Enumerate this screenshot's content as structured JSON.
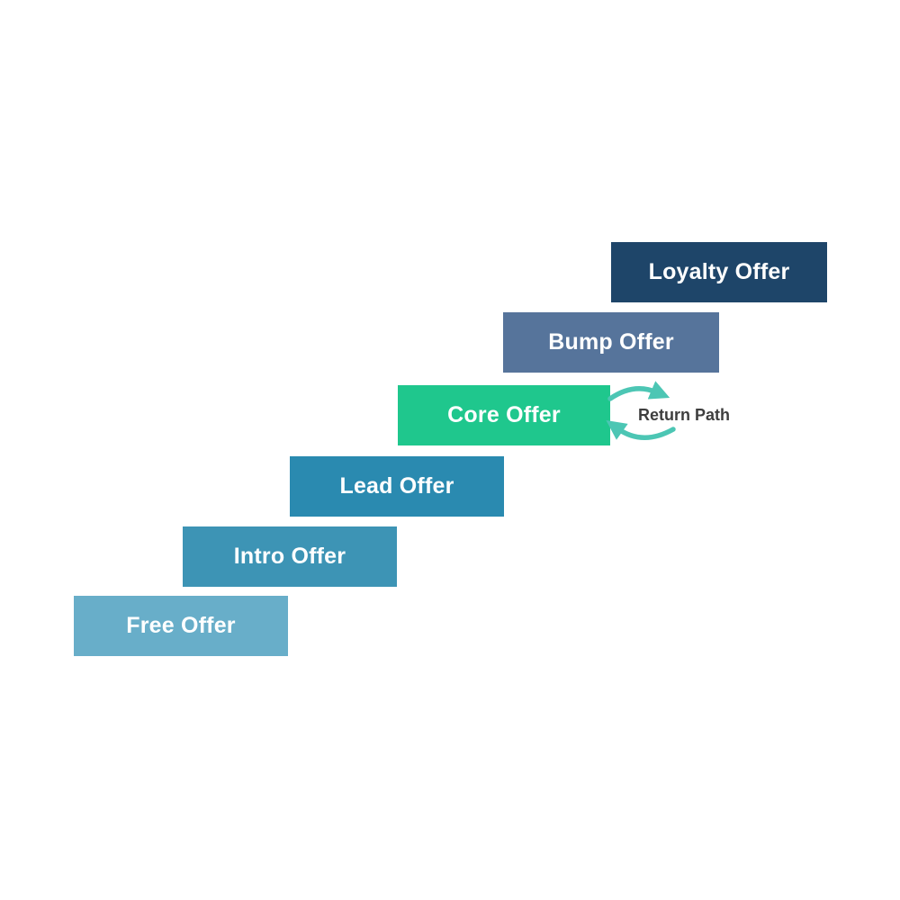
{
  "page": {
    "background_color": "#ffffff"
  },
  "diagram": {
    "type": "value-ladder-staircase",
    "steps": [
      {
        "label": "Free Offer",
        "color": "#68aec9"
      },
      {
        "label": "Intro Offer",
        "color": "#3d94b5"
      },
      {
        "label": "Lead Offer",
        "color": "#2a8ab0"
      },
      {
        "label": "Core Offer",
        "color": "#1fc78d"
      },
      {
        "label": "Bump Offer",
        "color": "#56749b"
      },
      {
        "label": "Loyalty Offer",
        "color": "#1e4569"
      }
    ],
    "step_label_text_color": "#ffffff",
    "annotation": {
      "label": "Return Path",
      "text_color": "#3e3e3e",
      "arrow_color": "#4cc6b4",
      "icons": [
        "cycle-arrow-top",
        "cycle-arrow-bottom"
      ]
    }
  }
}
